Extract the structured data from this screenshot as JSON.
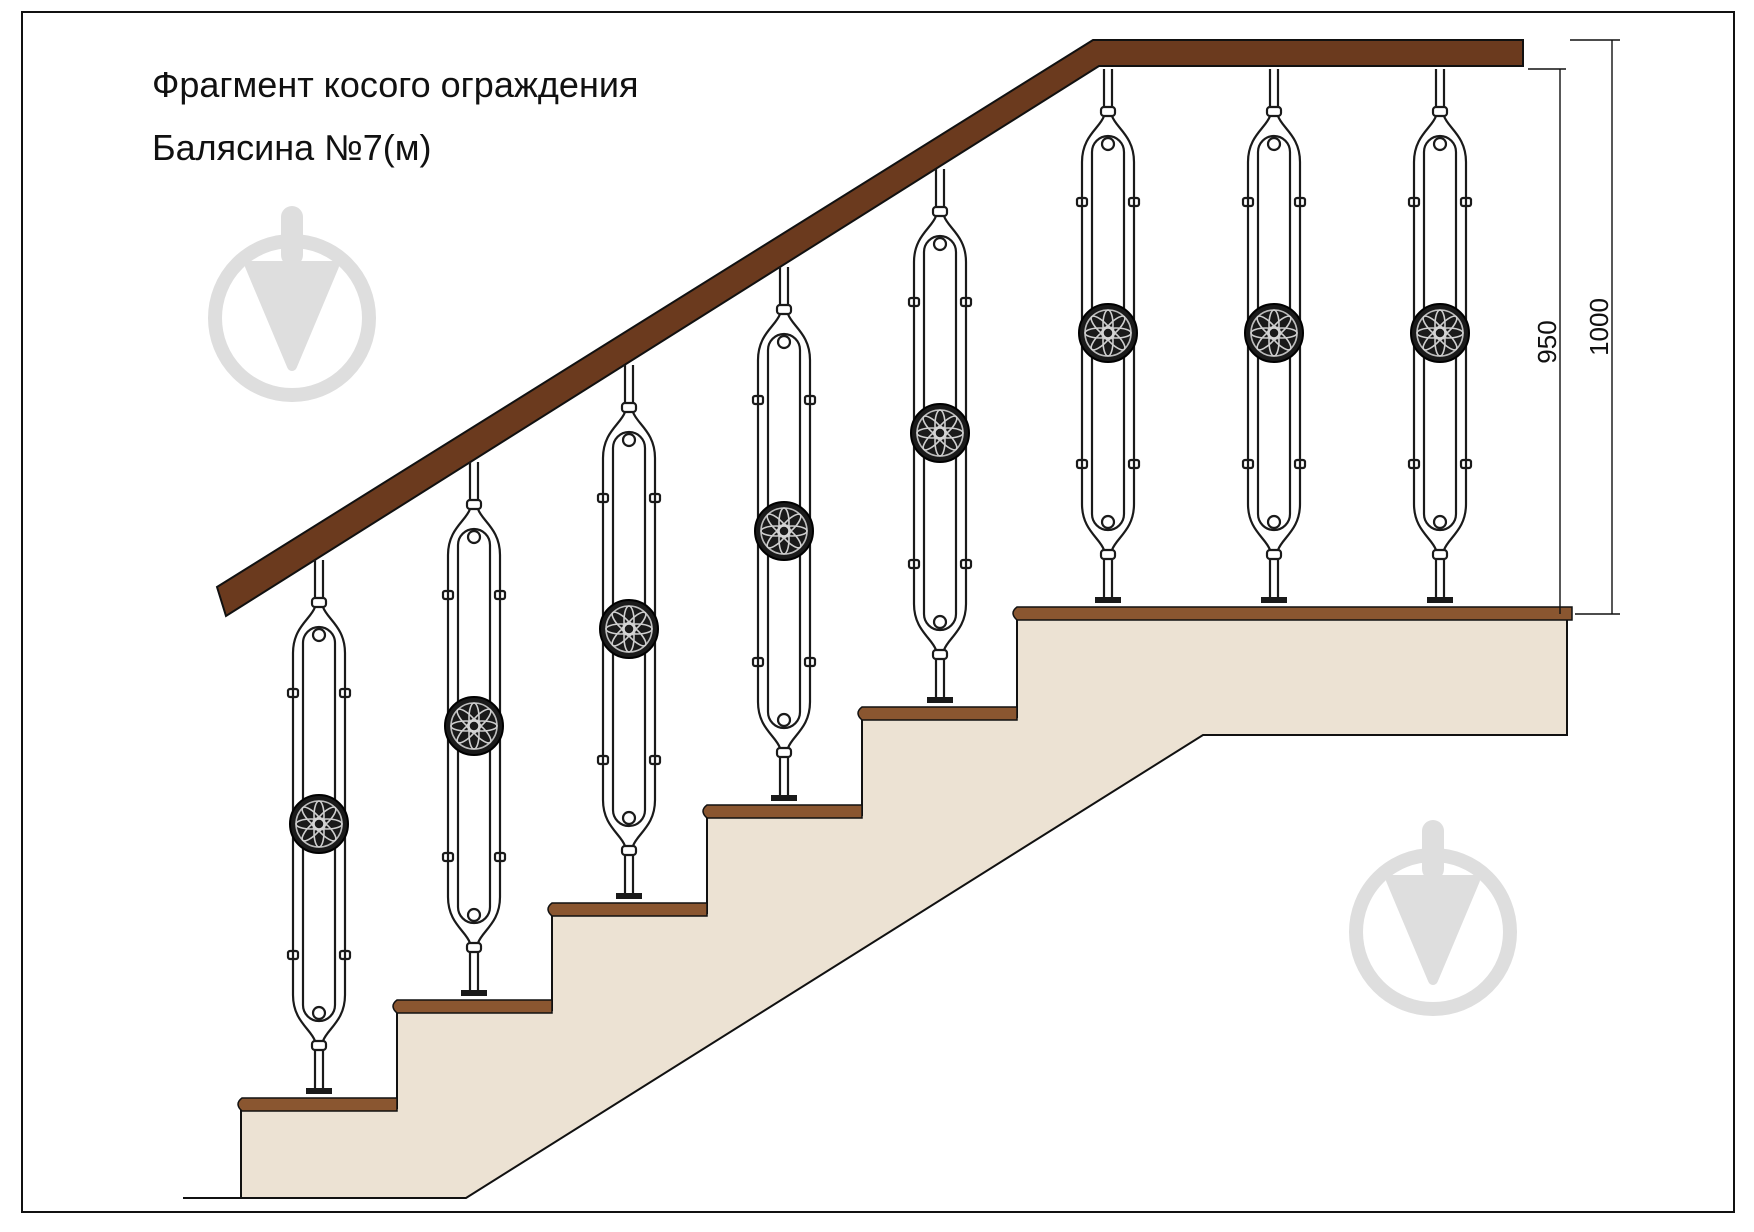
{
  "title": {
    "line1": "Фрагмент косого ограждения",
    "line2": "Балясина №7(м)"
  },
  "dimensions": {
    "inner": "950",
    "outer": "1000"
  },
  "colors": {
    "handrail": "#6b3a1e",
    "tread": "#8a5630",
    "step_face": "#ece2d3",
    "iron": "#1a1a1a",
    "outline": "#111111",
    "watermark": "#dedede"
  },
  "icons": {
    "watermark": "download-arrow-circle-icon"
  }
}
